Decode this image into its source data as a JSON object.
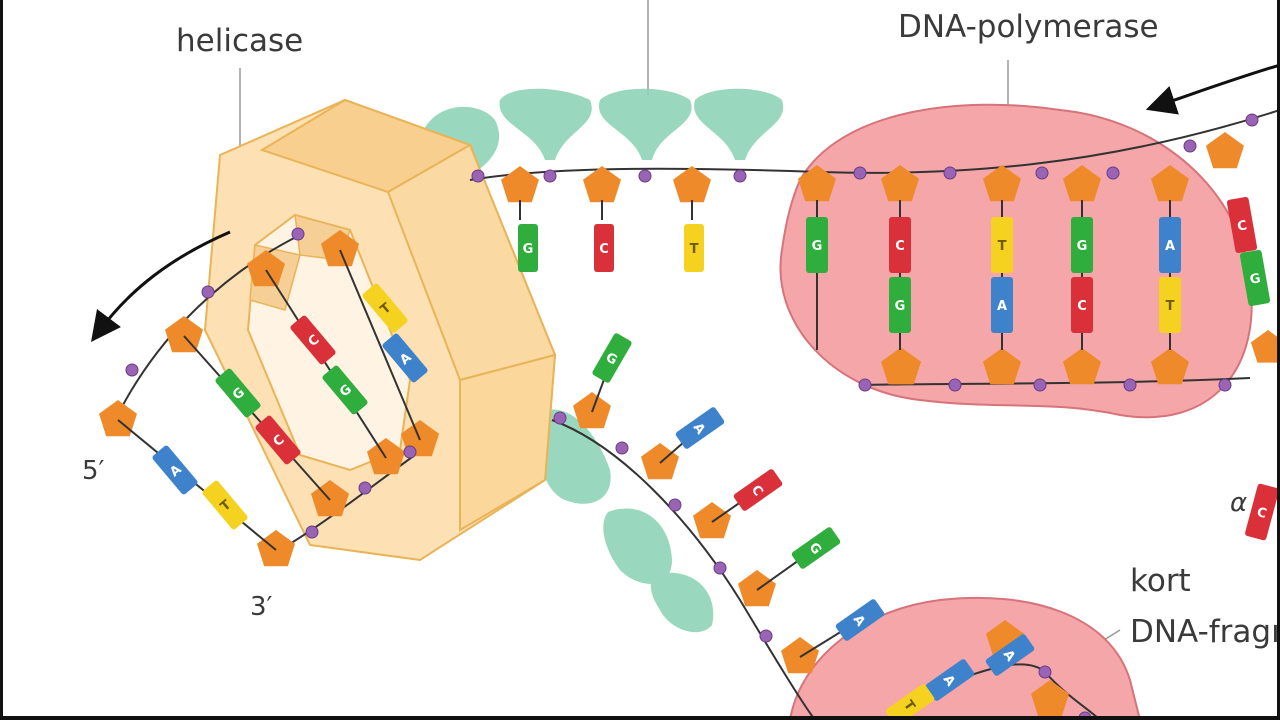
{
  "labels": {
    "helicase": "helicase",
    "polymerase": "DNA-polymerase",
    "five_prime": "5′",
    "three_prime": "3′",
    "kort": "kort",
    "fragment": "DNA-fragı",
    "partial_right": "α"
  },
  "colors": {
    "G": "#2fae3e",
    "C": "#d9303a",
    "T": "#f4d21f",
    "A": "#3f82cc",
    "phosphate": "#9a64b4",
    "sugar": "#ef8a2a",
    "ssb": "#8fd3b8",
    "helicase": "#fde0b3",
    "helicase_edge": "#e9b457",
    "polymerase": "#f4a6a9",
    "polymerase_edge": "#d7737a",
    "backbone": "#333333"
  },
  "template_top_bases": [
    "G",
    "C",
    "T"
  ],
  "polymerase_pairs": [
    [
      "G",
      ""
    ],
    [
      "C",
      "G"
    ],
    [
      "T",
      "A"
    ],
    [
      "G",
      "C"
    ],
    [
      "A",
      "T"
    ]
  ],
  "right_edge_pairs": [
    [
      "C",
      "G"
    ]
  ],
  "left_duplex_pairs": [
    [
      "A",
      "T"
    ],
    [
      "G",
      "C"
    ],
    [
      "C",
      "G"
    ],
    [
      "T",
      "A"
    ]
  ],
  "lagging_bases": [
    "G",
    "A",
    "C",
    "G",
    "A"
  ],
  "lower_pairs": [
    [
      "A",
      "T"
    ],
    [
      "A",
      ""
    ]
  ]
}
